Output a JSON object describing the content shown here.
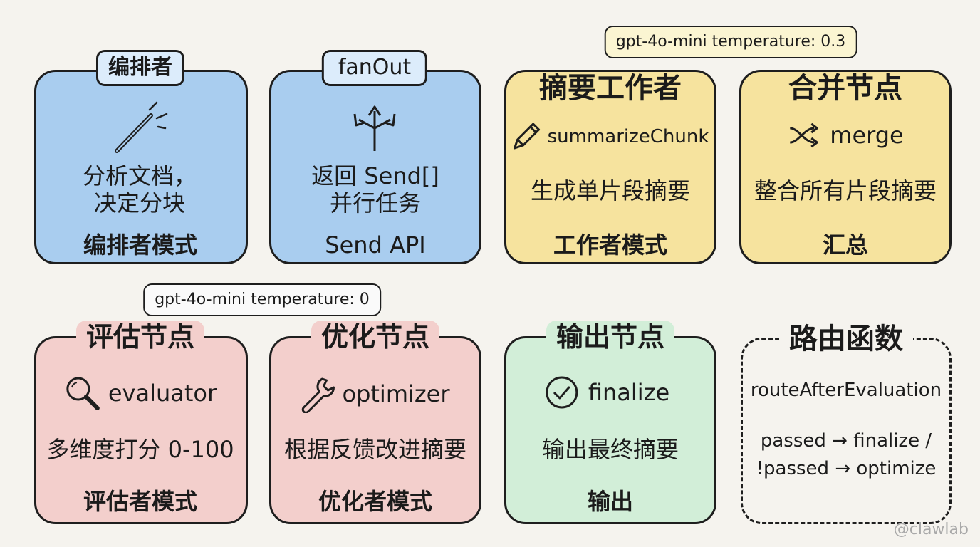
{
  "nodes": {
    "orchestrator": {
      "title": "编排者",
      "desc_line1": "分析文档，",
      "desc_line2": "决定分块",
      "pattern": "编排者模式",
      "icon": "magic-wand-icon",
      "color": "#a9cdef"
    },
    "fanout": {
      "title": "fanOut",
      "desc_line1": "返回 Send[]",
      "desc_line2": "并行任务",
      "pattern": "Send API",
      "icon": "split-arrows-icon",
      "color": "#a9cdef"
    },
    "summary_worker": {
      "title": "摘要工作者",
      "fn": "summarizeChunk",
      "desc": "生成单片段摘要",
      "pattern": "工作者模式",
      "icon": "pencil-icon",
      "color": "#f6e39e"
    },
    "merge": {
      "title": "合并节点",
      "fn": "merge",
      "desc": "整合所有片段摘要",
      "pattern": "汇总",
      "icon": "shuffle-icon",
      "color": "#f6e39e"
    },
    "evaluator": {
      "title": "评估节点",
      "fn": "evaluator",
      "desc": "多维度打分 0-100",
      "pattern": "评估者模式",
      "icon": "magnifier-icon",
      "color": "#f3cfcc"
    },
    "optimizer": {
      "title": "优化节点",
      "fn": "optimizer",
      "desc": "根据反馈改进摘要",
      "pattern": "优化者模式",
      "icon": "wrench-icon",
      "color": "#f3cfcc"
    },
    "output": {
      "title": "输出节点",
      "fn": "finalize",
      "desc": "输出最终摘要",
      "pattern": "输出",
      "icon": "check-circle-icon",
      "color": "#d2eed8"
    },
    "router": {
      "title": "路由函数",
      "fn": "routeAfterEvaluation",
      "rule_line1": "passed → finalize /",
      "rule_line2": "!passed → optimize"
    }
  },
  "pills": {
    "top": "gpt-4o-mini temperature: 0.3",
    "mid": "gpt-4o-mini temperature: 0"
  },
  "watermark": "@clawlab"
}
